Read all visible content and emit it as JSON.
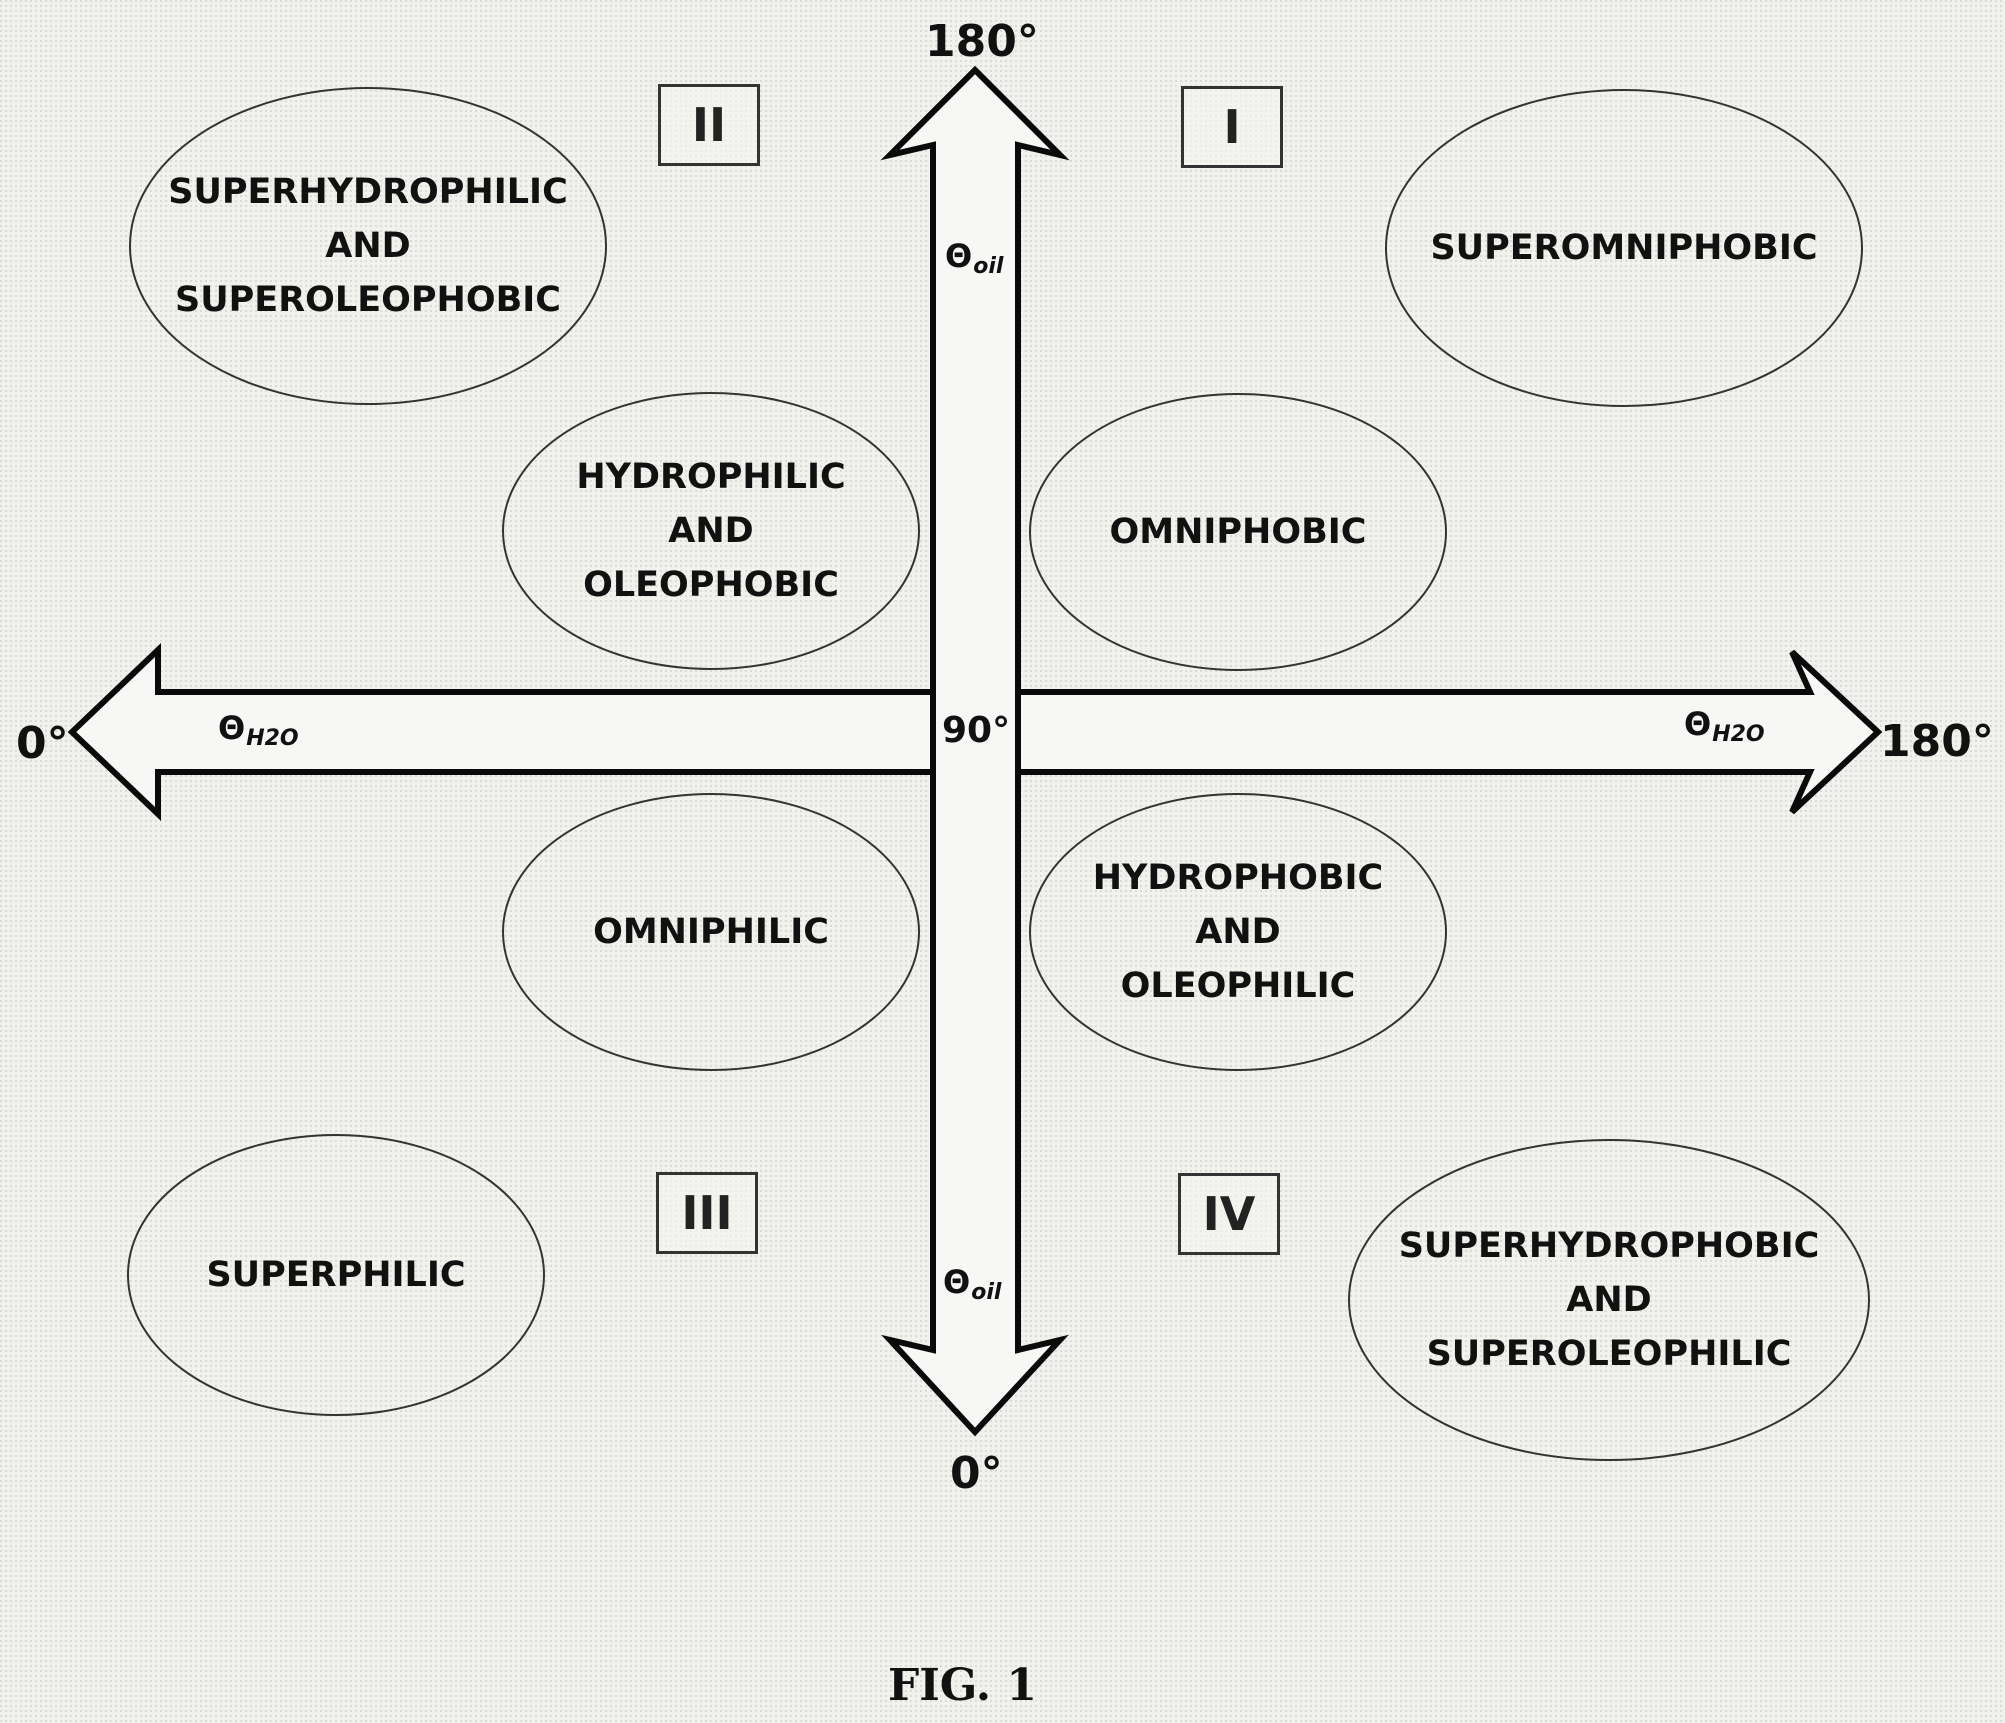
{
  "axes": {
    "horizontal": {
      "variable": "Θ",
      "variable_sub": "H2O",
      "left_end": "0°",
      "right_end": "180°"
    },
    "vertical": {
      "variable": "Θ",
      "variable_sub": "oil",
      "top_end": "180°",
      "bottom_end": "0°"
    },
    "center": "90°"
  },
  "quadrants": {
    "q1": "I",
    "q2": "II",
    "q3": "III",
    "q4": "IV"
  },
  "regions": {
    "superhydrophilic_superoleophobic": [
      "SUPERHYDROPHILIC",
      "AND",
      "SUPEROLEOPHOBIC"
    ],
    "superomniphobic": [
      "SUPEROMNIPHOBIC"
    ],
    "hydrophilic_oleophobic": [
      "HYDROPHILIC",
      "AND",
      "OLEOPHOBIC"
    ],
    "omniphobic": [
      "OMNIPHOBIC"
    ],
    "omniphilic": [
      "OMNIPHILIC"
    ],
    "hydrophobic_oleophilic": [
      "HYDROPHOBIC",
      "AND",
      "OLEOPHILIC"
    ],
    "superphilic": [
      "SUPERPHILIC"
    ],
    "superhydrophobic_superoleophilic": [
      "SUPERHYDROPHOBIC",
      "AND",
      "SUPEROLEOPHILIC"
    ]
  },
  "caption": "FIG. 1"
}
